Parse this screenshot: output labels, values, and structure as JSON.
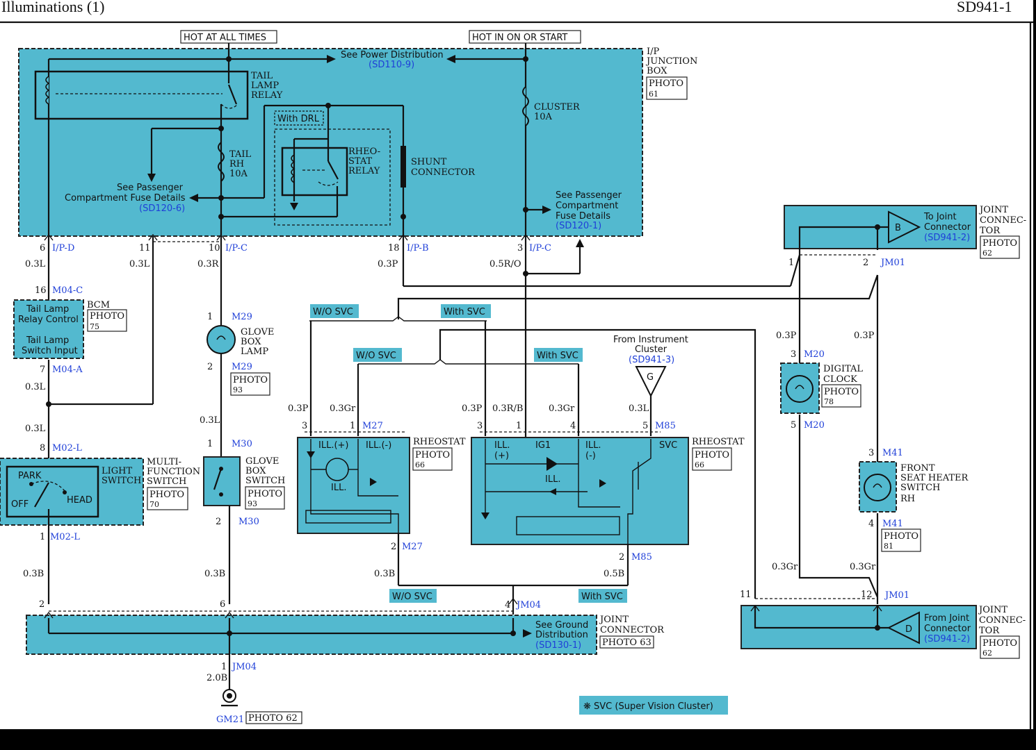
{
  "header": {
    "title": "Illuminations (1)",
    "code": "SD941-1"
  },
  "power": {
    "hot_always": "HOT AT ALL TIMES",
    "hot_on": "HOT IN ON OR START"
  },
  "junction_box": {
    "label": [
      "I/P",
      "JUNCTION",
      "BOX"
    ],
    "photo": "PHOTO",
    "photo_no": "61",
    "see_power": "See Power Distribution",
    "see_power_ref": "(SD110-9)",
    "tail_relay": [
      "TAIL",
      "LAMP",
      "RELAY"
    ],
    "tail_fuse": [
      "TAIL",
      "RH",
      "10A"
    ],
    "cluster_fuse": [
      "CLUSTER",
      "10A"
    ],
    "with_drl": "With DRL",
    "rheostat_relay": [
      "RHEO-",
      "STAT",
      "RELAY"
    ],
    "shunt": [
      "SHUNT",
      "CONNECTOR"
    ],
    "see_pass_left": [
      "See Passenger",
      "Compartment Fuse Details"
    ],
    "see_pass_left_ref": "(SD120-6)",
    "see_pass_right": [
      "See Passenger",
      "Compartment",
      "Fuse Details"
    ],
    "see_pass_right_ref": "(SD120-1)"
  },
  "pins": {
    "p6": "6",
    "ipd": "I/P-D",
    "p11": "11",
    "p10": "10",
    "ipc": "I/P-C",
    "p18": "18",
    "ipb": "I/P-B",
    "p3": "3",
    "ipc2": "I/P-C",
    "w03l_a": "0.3L",
    "w03l_b": "0.3L",
    "w03r": "0.3R",
    "w03p": "0.3P",
    "w05ro": "0.5R/O"
  },
  "bcm": {
    "pin16": "16",
    "m04c": "M04-C",
    "label": "BCM",
    "photo": "PHOTO",
    "photo_no": "75",
    "relay_ctrl": [
      "Tail Lamp",
      "Relay Control"
    ],
    "switch_input": [
      "Tail Lamp",
      "Switch Input"
    ],
    "pin7": "7",
    "m04a": "M04-A",
    "w1": "0.3L",
    "w2": "0.3L"
  },
  "light_switch": {
    "pin8": "8",
    "m02l": "M02-L",
    "park": "PARK",
    "off": "OFF",
    "head": "HEAD",
    "label": [
      "LIGHT",
      "SWITCH"
    ],
    "multi": [
      "MULTI-",
      "FUNCTION",
      "SWITCH"
    ],
    "photo": "PHOTO",
    "photo_no": "70",
    "pin1": "1",
    "m02l_b": "M02-L",
    "w": "0.3B",
    "jpin": "2"
  },
  "glove_lamp": {
    "pin1": "1",
    "m29": "M29",
    "label": [
      "GLOVE",
      "BOX",
      "LAMP"
    ],
    "pin2": "2",
    "m29b": "M29",
    "photo": "PHOTO",
    "photo_no": "93",
    "w": "0.3L"
  },
  "glove_switch": {
    "pin1": "1",
    "m30": "M30",
    "label": [
      "GLOVE",
      "BOX",
      "SWITCH"
    ],
    "photo": "PHOTO",
    "photo_no": "93",
    "pin2": "2",
    "m30b": "M30",
    "w": "0.3B",
    "jpin": "6"
  },
  "svc_tags": {
    "wo1": "W/O SVC",
    "with1": "With SVC",
    "wo2": "W/O SVC",
    "with2": "With SVC",
    "wo3": "W/O SVC",
    "with3": "With SVC"
  },
  "from_cluster": {
    "text": [
      "From Instrument",
      "Cluster"
    ],
    "ref": "(SD941-3)",
    "g": "G"
  },
  "rheostat_a": {
    "w3": "0.3P",
    "w1": "0.3Gr",
    "p3": "3",
    "p1": "1",
    "m27": "M27",
    "ill_plus": "ILL.(+)",
    "ill_minus": "ILL.(-)",
    "ill": "ILL.",
    "label": "RHEOSTAT",
    "photo": "PHOTO",
    "photo_no": "66",
    "p2": "2",
    "m27b": "M27",
    "w_out": "0.3B"
  },
  "rheostat_b": {
    "w3": "0.3P",
    "w1": "0.3R/B",
    "w4": "0.3Gr",
    "w5": "0.3L",
    "p3": "3",
    "p1": "1",
    "p4": "4",
    "p5": "5",
    "m85": "M85",
    "ill": "ILL.",
    "plus": "(+)",
    "ig1": "IG1",
    "minus": "(-)",
    "svc": "SVC",
    "ill2": "ILL.",
    "label": "RHEOSTAT",
    "photo": "PHOTO",
    "photo_no": "66",
    "p2": "2",
    "m85b": "M85",
    "w_out": "0.5B"
  },
  "ground": {
    "jm04_pin": "4",
    "jm04": "JM04",
    "see_ground": [
      "See Ground",
      "Distribution"
    ],
    "ref": "(SD130-1)",
    "joint": "JOINT",
    "connector": "CONNECTOR",
    "photo": "PHOTO 63",
    "p1": "1",
    "jm04b": "JM04",
    "w": "2.0B",
    "gm21": "GM21",
    "photo62": "PHOTO 62"
  },
  "joint_top": {
    "to_joint": [
      "To Joint",
      "Connector"
    ],
    "ref": "(SD941-2)",
    "b": "B",
    "label": [
      "JOINT",
      "CONNEC-",
      "TOR"
    ],
    "photo": "PHOTO",
    "photo_no": "62",
    "p1": "1",
    "p2": "2",
    "jm01": "JM01",
    "w1": "0.3P",
    "w2": "0.3P"
  },
  "digital_clock": {
    "p3": "3",
    "m20": "M20",
    "label": [
      "DIGITAL",
      "CLOCK"
    ],
    "photo": "PHOTO",
    "photo_no": "78",
    "p5": "5",
    "m20b": "M20",
    "w": "0.3Gr"
  },
  "seat_heater": {
    "p3": "3",
    "m41": "M41",
    "label": [
      "FRONT",
      "SEAT HEATER",
      "SWITCH",
      "RH"
    ],
    "photo": "PHOTO",
    "photo_no": "81",
    "p4": "4",
    "m41b": "M41",
    "w": "0.3Gr"
  },
  "joint_bottom": {
    "p11": "11",
    "p12": "12",
    "jm01": "JM01",
    "from_joint": [
      "From Joint",
      "Connector"
    ],
    "ref": "(SD941-2)",
    "d": "D",
    "label": [
      "JOINT",
      "CONNEC-",
      "TOR"
    ],
    "photo": "PHOTO",
    "photo_no": "62"
  },
  "legend": {
    "text": "❋ SVC (Super Vision Cluster)"
  }
}
